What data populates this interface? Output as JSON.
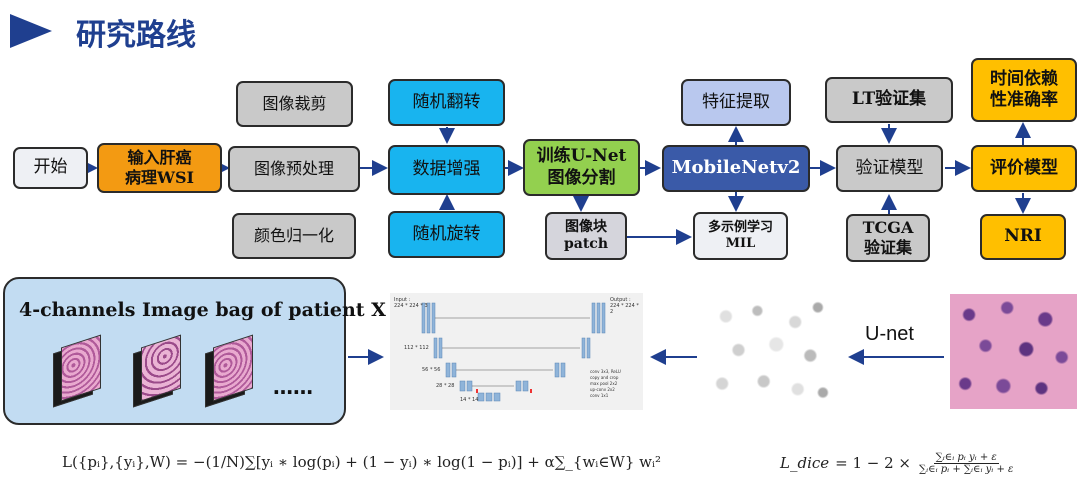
{
  "header": {
    "title": "研究路线"
  },
  "boxes": {
    "start": "开始",
    "input_wsi": "输入肝癌\n病理WSI",
    "preprocess": "图像预处理",
    "crop": "图像裁剪",
    "color_norm": "颜色归一化",
    "augment": "数据增强",
    "random_flip": "随机翻转",
    "random_rotate": "随机旋转",
    "unet_train": "训练U-Net\n图像分割",
    "patch": "图像块\npatch",
    "mobilenet": "MobileNetv2",
    "feature": "特征提取",
    "mil": "多示例学习\nMIL",
    "validate": "验证模型",
    "lt_set": "LT验证集",
    "tcga_set": "TCGA\n验证集",
    "evaluate": "评价模型",
    "time_acc": "时间依赖\n性准确率",
    "nri": "NRI"
  },
  "panel": {
    "bag_title": "4-channels Image bag of patient X",
    "dots": "……",
    "unet_label": "U-net"
  },
  "unet_figure": {
    "input_label": "Input :",
    "input_size": "224 * 224 * 3",
    "output_label": "Output :",
    "output_size": "224 * 224 * 2",
    "size_112": "112 * 112",
    "size_56": "56 * 56",
    "size_28": "28 * 28",
    "size_14": "14 * 14",
    "legend": [
      "conv 3x3, ReLU",
      "copy and crop",
      "max pool 2x2",
      "up-conv 2x2",
      "conv 1x1"
    ]
  },
  "formulas": {
    "loss": "L({pᵢ},{yᵢ},W) = −(1/N)∑[yᵢ ∗ log(pᵢ) + (1 − yᵢ) ∗ log(1 − pᵢ)] + α∑_{wᵢ∈W} wᵢ²",
    "dice_lhs": "L_dice",
    "dice_mid": "=  1 − 2 ×",
    "dice_num": "∑ᵢ∈ᵢ pᵢ yᵢ + ε",
    "dice_den": "∑ᵢ∈ᵢ pᵢ + ∑ᵢ∈ᵢ yᵢ + ε"
  },
  "colors": {
    "title": "#1f3f8f",
    "accent_triangle": "#1f3f8f",
    "gray_box": "#c9c9c9",
    "blue_box": "#18b4ef",
    "light_blue_box": "#b9c8ee",
    "orange_box": "#f39a12",
    "green_box": "#93d04f",
    "dark_blue_box": "#3a5aa8",
    "yellow_box": "#ffbf00",
    "arrow": "#1f3f8f"
  }
}
